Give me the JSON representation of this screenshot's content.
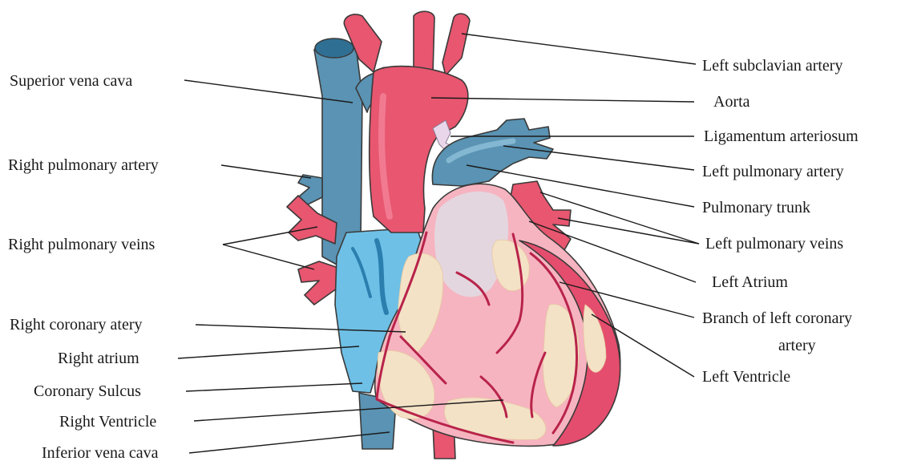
{
  "colors": {
    "artery_red": "#e8566f",
    "vein_blue": "#5a93b3",
    "atrium_blue": "#6ec0e6",
    "ventricle_pink": "#f6b4c0",
    "myocardium_red": "#e44d6d",
    "fat_cream": "#f4e2c6",
    "text": "#1a1a1a"
  },
  "labels": {
    "left": {
      "superior_vena_cava": "Superior vena cava",
      "right_pulmonary_artery": "Right pulmonary artery",
      "right_pulmonary_veins": "Right pulmonary veins",
      "right_coronary_artery": "Right coronary atery",
      "right_atrium": "Right atrium",
      "coronary_sulcus": "Coronary Sulcus",
      "right_ventricle": "Right Ventricle",
      "inferior_vena_cava": "Inferior vena cava"
    },
    "right": {
      "left_subclavian_artery": "Left subclavian artery",
      "aorta": "Aorta",
      "ligamentum_arteriosum": "Ligamentum arteriosum",
      "left_pulmonary_artery": "Left pulmonary artery",
      "pulmonary_trunk": "Pulmonary trunk",
      "left_pulmonary_veins": "Left pulmonary veins",
      "left_atrium": "Left Atrium",
      "branch_left_coronary_line1": "Branch of left coronary",
      "branch_left_coronary_line2": "artery",
      "left_ventricle": "Left Ventricle"
    }
  }
}
